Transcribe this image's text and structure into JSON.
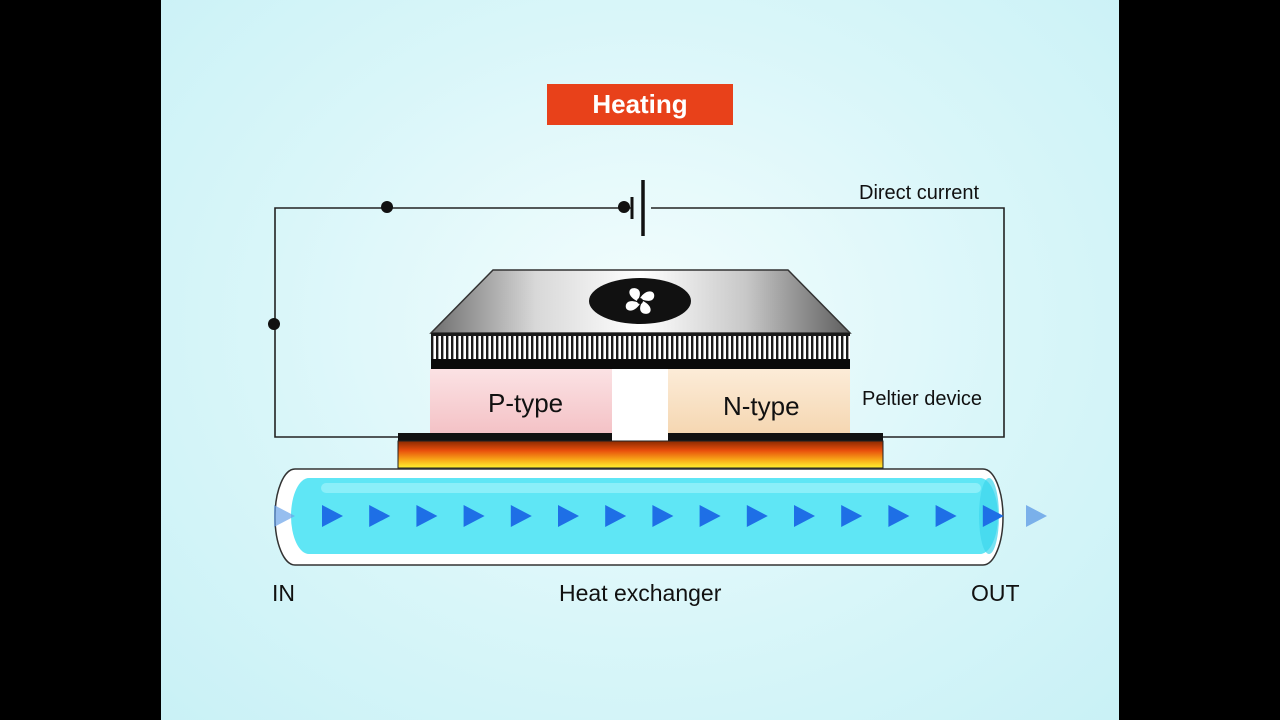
{
  "title": "Heating",
  "labels": {
    "direct_current": "Direct current",
    "peltier_device": "Peltier device",
    "p_type": "P-type",
    "n_type": "N-type",
    "heat_exchanger": "Heat exchanger",
    "in": "IN",
    "out": "OUT"
  },
  "colors": {
    "title_bg": "#e8411a",
    "p_type": "#f6c9cc",
    "n_type": "#f6dcbc",
    "fluid": "#5fe6f5",
    "flow_arrow": "#1e6fe6",
    "hot_plate": "#f07a10"
  },
  "icons": [
    "fan-icon",
    "battery-icon",
    "flow-arrow-icon"
  ]
}
